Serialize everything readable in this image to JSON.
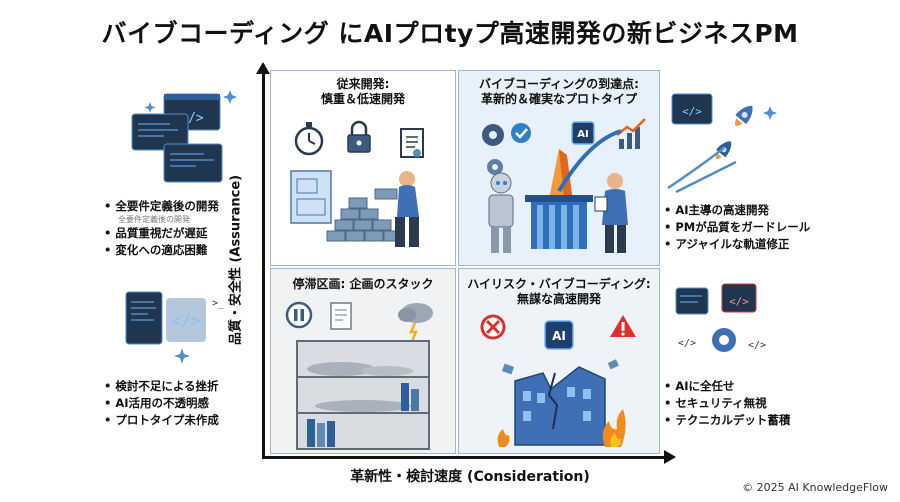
{
  "title": "バイブコーディング にAIプロtyプ高速開発の新ビジネスPM",
  "axes": {
    "y_label": "品質・安全性 (Assurance)",
    "x_label": "革新性・検討速度 (Consideration)"
  },
  "quadrants": {
    "top_left": {
      "title_line1": "従来開発:",
      "title_line2": "慎重＆低速開発",
      "bullets": [
        "全要件定義後の開発",
        "品質重視だが遅延",
        "変化への適応困難"
      ],
      "sub_note": "全要件定義後の開発"
    },
    "top_right": {
      "title_line1": "バイブコーディングの到達点:",
      "title_line2": "革新的＆確実なプロトタイプ",
      "badge": "AI",
      "bullets": [
        "AI主導の高速開発",
        "PMが品質をガードレール",
        "アジャイルな軌道修正"
      ]
    },
    "bottom_left": {
      "title_line1": "停滞区画: 企画のスタック",
      "bullets": [
        "検討不足による挫折",
        "AI活用の不透明感",
        "プロトタイプ未作成"
      ]
    },
    "bottom_right": {
      "title_line1": "ハイリスク・バイブコーディング:",
      "title_line2": "無謀な高速開発",
      "badge": "AI",
      "bullets": [
        "AIに全任せ",
        "セキュリティ無視",
        "テクニカルデット蓄積"
      ]
    }
  },
  "code_glyphs": {
    "brackets": "</>",
    "prompt": ">_"
  },
  "copyright": "© 2025 AI KnowledgeFlow"
}
